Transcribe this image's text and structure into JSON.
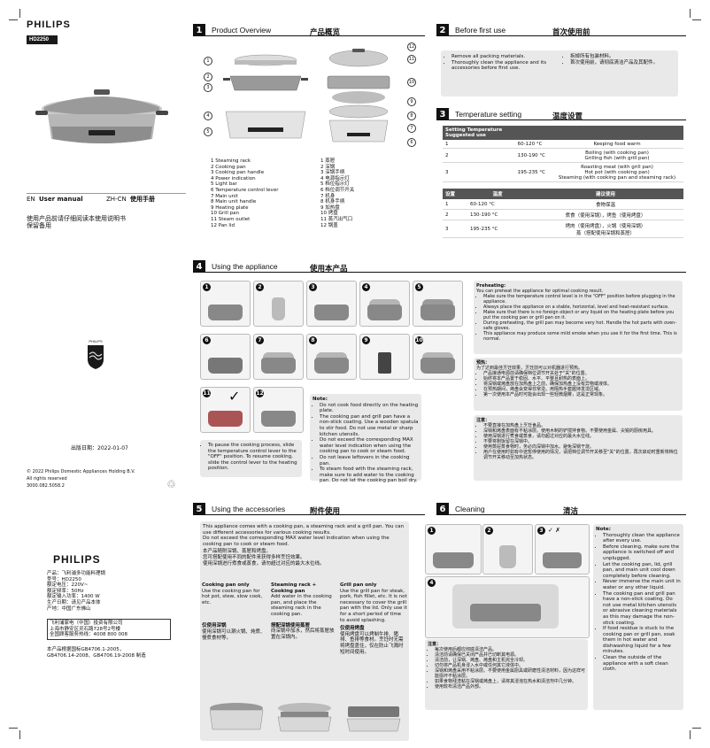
{
  "cover": {
    "brand": "PHILIPS",
    "model_tab": "HD2250",
    "en_manual": "User manual",
    "en_code": "EN",
    "cn_code": "ZH-CN",
    "cn_manual": "使用手册",
    "read_note": "使用产品前请仔细阅读本使用说明书\n保留备用",
    "pub_date": "出版日期：2022-01-07",
    "copyright": "© 2022 Philips Domestic Appliances Holding B.V.",
    "rights": "All rights reserved",
    "code": "3000.082.5058.2",
    "label_brand": "PHILIPS",
    "label_lines": [
      "产品：飞利浦多功能料理锅",
      "型号：HD2250",
      "额定电压：220V~",
      "额定频率：50Hz",
      "额定输入功率：1400 W",
      "生产日期：请见产品本体",
      "产地：中国广东佛山"
    ],
    "company_lines": [
      "飞利浦家电（中国）投资有限公司",
      "上海市静安区灵石路728号2号楼",
      "全国顾客服务热线：4008 800 008"
    ],
    "standard": "本产品根据国标GB4706.1-2005，\nGB4706.14-2008、GB4706.19-2008 制造"
  },
  "s1": {
    "num": "1",
    "title": "Product Overview",
    "cn": "产品概览",
    "parts_en": [
      "1  Steaming rack",
      "2  Cooking pan",
      "3  Cooking pan handle",
      "4  Power indication",
      "5  Light bar",
      "6  Temperature control lever",
      "7  Main unit",
      "8  Main unit handle",
      "9  Heating plate",
      "10  Grill pan",
      "11  Steam outlet",
      "12  Pan lid"
    ],
    "parts_cn": [
      "1  蒸屉",
      "2  深锅",
      "3  深锅手柄",
      "4  电源指示灯",
      "5  档位指示灯",
      "6  档位调节开关",
      "7  机身",
      "8  机身手柄",
      "9  加热盘",
      "10  烤盘",
      "11  蒸汽出气口",
      "12  锅盖"
    ]
  },
  "s2": {
    "num": "2",
    "title": "Before first use",
    "cn": "首次使用前",
    "en_items": [
      "Remove all packing materials.",
      "Thoroughly clean the appliance and its accessories before first use."
    ],
    "cn_items": [
      "拆掉所有包装材料。",
      "首次使用前，请彻底清洁产品及其配件。"
    ]
  },
  "s3": {
    "num": "3",
    "title": "Temperature setting",
    "cn": "温度设置",
    "header_en": [
      "Setting",
      "Temperature",
      "Suggested use"
    ],
    "rows_en": [
      {
        "set": "1",
        "temp": "60-120 °C",
        "use": "Keeping food warm"
      },
      {
        "set": "2",
        "temp": "130-190 °C",
        "use": "Boiling (with cooking pan)\nGrilling fish (with grill pan)"
      },
      {
        "set": "3",
        "temp": "195-235 °C",
        "use": "Roasting meat (with grill pan)\nHot pot (with cooking pan)\nSteaming (with cooking pan and steaming rack)"
      }
    ],
    "header_cn": [
      "设置",
      "温度",
      "建议使用"
    ],
    "rows_cn": [
      {
        "set": "1",
        "temp": "60-120 °C",
        "use": "食物保温"
      },
      {
        "set": "2",
        "temp": "130-190 °C",
        "use": "煮食（使用深锅），烤鱼（使用烤盘）"
      },
      {
        "set": "3",
        "temp": "195-235 °C",
        "use": "烤肉（使用烤盘），火锅（使用深锅）\n蒸（搭配使用深锅和蒸屉）"
      }
    ]
  },
  "s4": {
    "num": "4",
    "title": "Using the appliance",
    "cn": "使用本产品",
    "step_nums": [
      "1",
      "2",
      "3",
      "4",
      "5",
      "6",
      "7",
      "8",
      "9",
      "10",
      "11",
      "12"
    ],
    "step6_tag": "6",
    "pause_note": "To pause the cooking process, slide the temperature control lever to the \"OFF\" position. To resume cooking, slide the control lever to the heating position.",
    "note_title": "Note:",
    "note_items": [
      "Do not cook food directly on the heating plate.",
      "The cooking pan and grill pan have a non-stick coating. Use a wooden spatula to stir food. Do not use metal or sharp kitchen utensils.",
      "Do not exceed the corresponding MAX water level indication when using the cooking pan to cook or steam food.",
      "Do not leave leftovers in the cooking pan.",
      "To steam food with the steaming rack, make sure to add water to the cooking pan. Do not let the cooking pan boil dry."
    ],
    "pre_title": "Preheating:",
    "pre_intro": "You can preheat the appliance for optimal cooking result.",
    "pre_items": [
      "Make sure the temperature control level is in the \"OFF\" position before plugging in the appliance.",
      "Always place the appliance on a stable, horizontal, level and heat-resistant surface.",
      "Make sure that there is no foreign object or any liquid on the heating plate before you put the cooking pan or grill pan on it.",
      "During preheating, the grill pan may become very hot. Handle the hot parts with oven-safe gloves.",
      "This appliance may produce some mild smoke when you use it for the first time. This is normal."
    ],
    "pre_cn_title": "预热：",
    "pre_cn_intro": "为了达到最佳烹饪效果，烹饪前可以对机器进行预热。",
    "pre_cn_items": [
      "产品接通电源前请确保档位调节开关处于\"关\"的位置。",
      "始终将本产品置于稳固、水平、平整且耐热的表面上。",
      "将深锅或烤盘放在加热盘上之前，确保加热盘上没有异物或液体。",
      "在预热期间，烤盘会变得非常烫。用隔热手套握持发烫区域。",
      "第一次使用本产品时可能会出现一些轻微烟雾，这是正常现象。"
    ],
    "note_cn_title": "注意：",
    "note_cn_items": [
      "不要直接在加热盘上烹饪食品。",
      "深锅和烤盘表面有不粘涂层。使用木制的铲搅拌食物。不要使用金属、尖锐的厨房用具。",
      "使用深锅进行煮食或蒸食，请勿超过对应的最大水位线。",
      "不要将剩饭留在深锅中。",
      "使用蒸屉蒸食物时，务必向深锅中加水。避免深锅干烧。",
      "用户在使用时如有中途暂停使用的情况，请把档位调节开关移至\"关\"的位置，再次启动时重新将档位调节开关移动至加热状态。"
    ]
  },
  "s5": {
    "num": "5",
    "title": "Using the accessories",
    "cn": "附件使用",
    "intro": "This appliance comes with a cooking pan, a steaming rack and a grill pan. You can use different accessories for various cooking results.\nDo not exceed the corresponding MAX water level indication when using the cooking pan to cook or steam food.",
    "intro_cn": "本产品随附深锅、蒸屉和烤盘。\n您可搭配使用不同的配件来获得多样烹饪效果。\n使用深锅进行煮食或蒸食，请勿超过对应的最大水位线。",
    "col1_title": "Cooking pan only",
    "col1_text": "Use the cooking pan for hot pot, stew, slow cook, etc.",
    "col1_cn_title": "仅使用深锅",
    "col1_cn_text": "使用深锅可以涮火锅、炖煮、慢煮食材等。",
    "col2_title": "Steaming rack + Cooking pan",
    "col2_text": "Add water in the cooking pan, and place the steaming rack in the cooking pan.",
    "col2_cn_title": "搭配深锅使用蒸屉",
    "col2_cn_text": "向深锅中加水，然后将蒸屉放置在深锅内。",
    "col3_title": "Grill pan only",
    "col3_text": "Use the grill pan for steak, pork, fish fillet, etc. It is not necessary to cover the grill pan with the lid. Only use it for a short period of time to avoid splashing.",
    "col3_cn_title": "仅使用烤盘",
    "col3_cn_text": "使用烤盘可以烤制牛排、猪排、鱼排等食材。烹饪时无需将烤盘盖住，仅在防止飞溅时短时间使用。"
  },
  "s6": {
    "num": "6",
    "title": "Cleaning",
    "cn": "清洁",
    "step_nums": [
      "1",
      "2",
      "3",
      "4"
    ],
    "step3_icons": "✓ ✗",
    "notes_cn_title": "注意：",
    "notes_cn": [
      "每次使用后都应彻底清洁产品。",
      "清洁前请确保已关闭产品并已切断其电源。",
      "清洁前，让深锅、烤盘、烤盘和主机完全冷却。",
      "切勿将产品机身浸入水中或任何其它液体中。",
      "深锅和烤盘采用不粘涂层。不要使用金属厨具或研磨性清洁材料，因为这样可能损坏不粘涂层。",
      "如果食物残渣粘在深锅或烤盘上，请将其浸泡在热水和清洁剂中几分钟。",
      "使用软布清洁产品外部。"
    ],
    "note_title": "Note:",
    "notes_en": [
      "Thoroughly clean the appliance after every use.",
      "Before cleaning, make sure the appliance is switched off and unplugged.",
      "Let the cooking pan, lid, grill pan, and main unit cool down completely before cleaning.",
      "Never immerse the main unit in water or any other liquid.",
      "The cooking pan and grill pan have a non-stick coating. Do not use metal kitchen utensils or abrasive cleaning materials as this may damage the non-stick coating.",
      "If food residue is stuck to the cooking pan or grill pan, soak them in hot water and dishwashing liquid for a few minutes.",
      "Clean the outside of the appliance with a soft clean cloth."
    ]
  },
  "colors": {
    "dark": "#111111",
    "panel": "#e9e9e9",
    "table_head": "#555555"
  }
}
